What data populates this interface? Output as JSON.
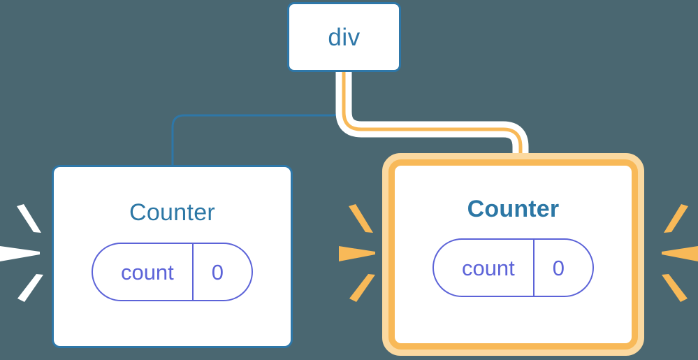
{
  "diagram": {
    "type": "component-tree",
    "background_color": "#4a6771",
    "title_hidden": true
  },
  "nodes": {
    "root": {
      "label": "div",
      "border_color": "#2e77a8",
      "text_color": "#2e77a8",
      "highlighted": false
    },
    "counter_left": {
      "label": "Counter",
      "border_color": "#2e77a8",
      "text_color": "#2c77a5",
      "highlighted": false,
      "state": {
        "key": "count",
        "value": "0",
        "accent_color": "#5c63d8"
      }
    },
    "counter_right": {
      "label": "Counter",
      "border_color": "#f8b958",
      "glow_color": "#fbd9a0",
      "text_color": "#2c77a5",
      "highlighted": true,
      "state": {
        "key": "count",
        "value": "0",
        "accent_color": "#5c63d8"
      }
    }
  },
  "edges": [
    {
      "name": "edge-div-to-counter-left",
      "from": "root",
      "to": "counter_left",
      "color": "#2e77a8",
      "width": 3,
      "highlighted": false
    },
    {
      "name": "edge-div-to-counter-right",
      "from": "root",
      "to": "counter_right",
      "color": "#f8b958",
      "halo_color": "#ffffff",
      "width": 5,
      "highlighted": true
    }
  ],
  "sparks": {
    "counter_left": {
      "name": "spark-burst-white",
      "color": "#ffffff",
      "count": 3,
      "side": "left"
    },
    "counter_right_left": {
      "name": "spark-burst-orange-left",
      "color": "#f8b958",
      "count": 3,
      "side": "left"
    },
    "counter_right_right": {
      "name": "spark-burst-orange-right",
      "color": "#f8b958",
      "count": 3,
      "side": "right"
    }
  }
}
